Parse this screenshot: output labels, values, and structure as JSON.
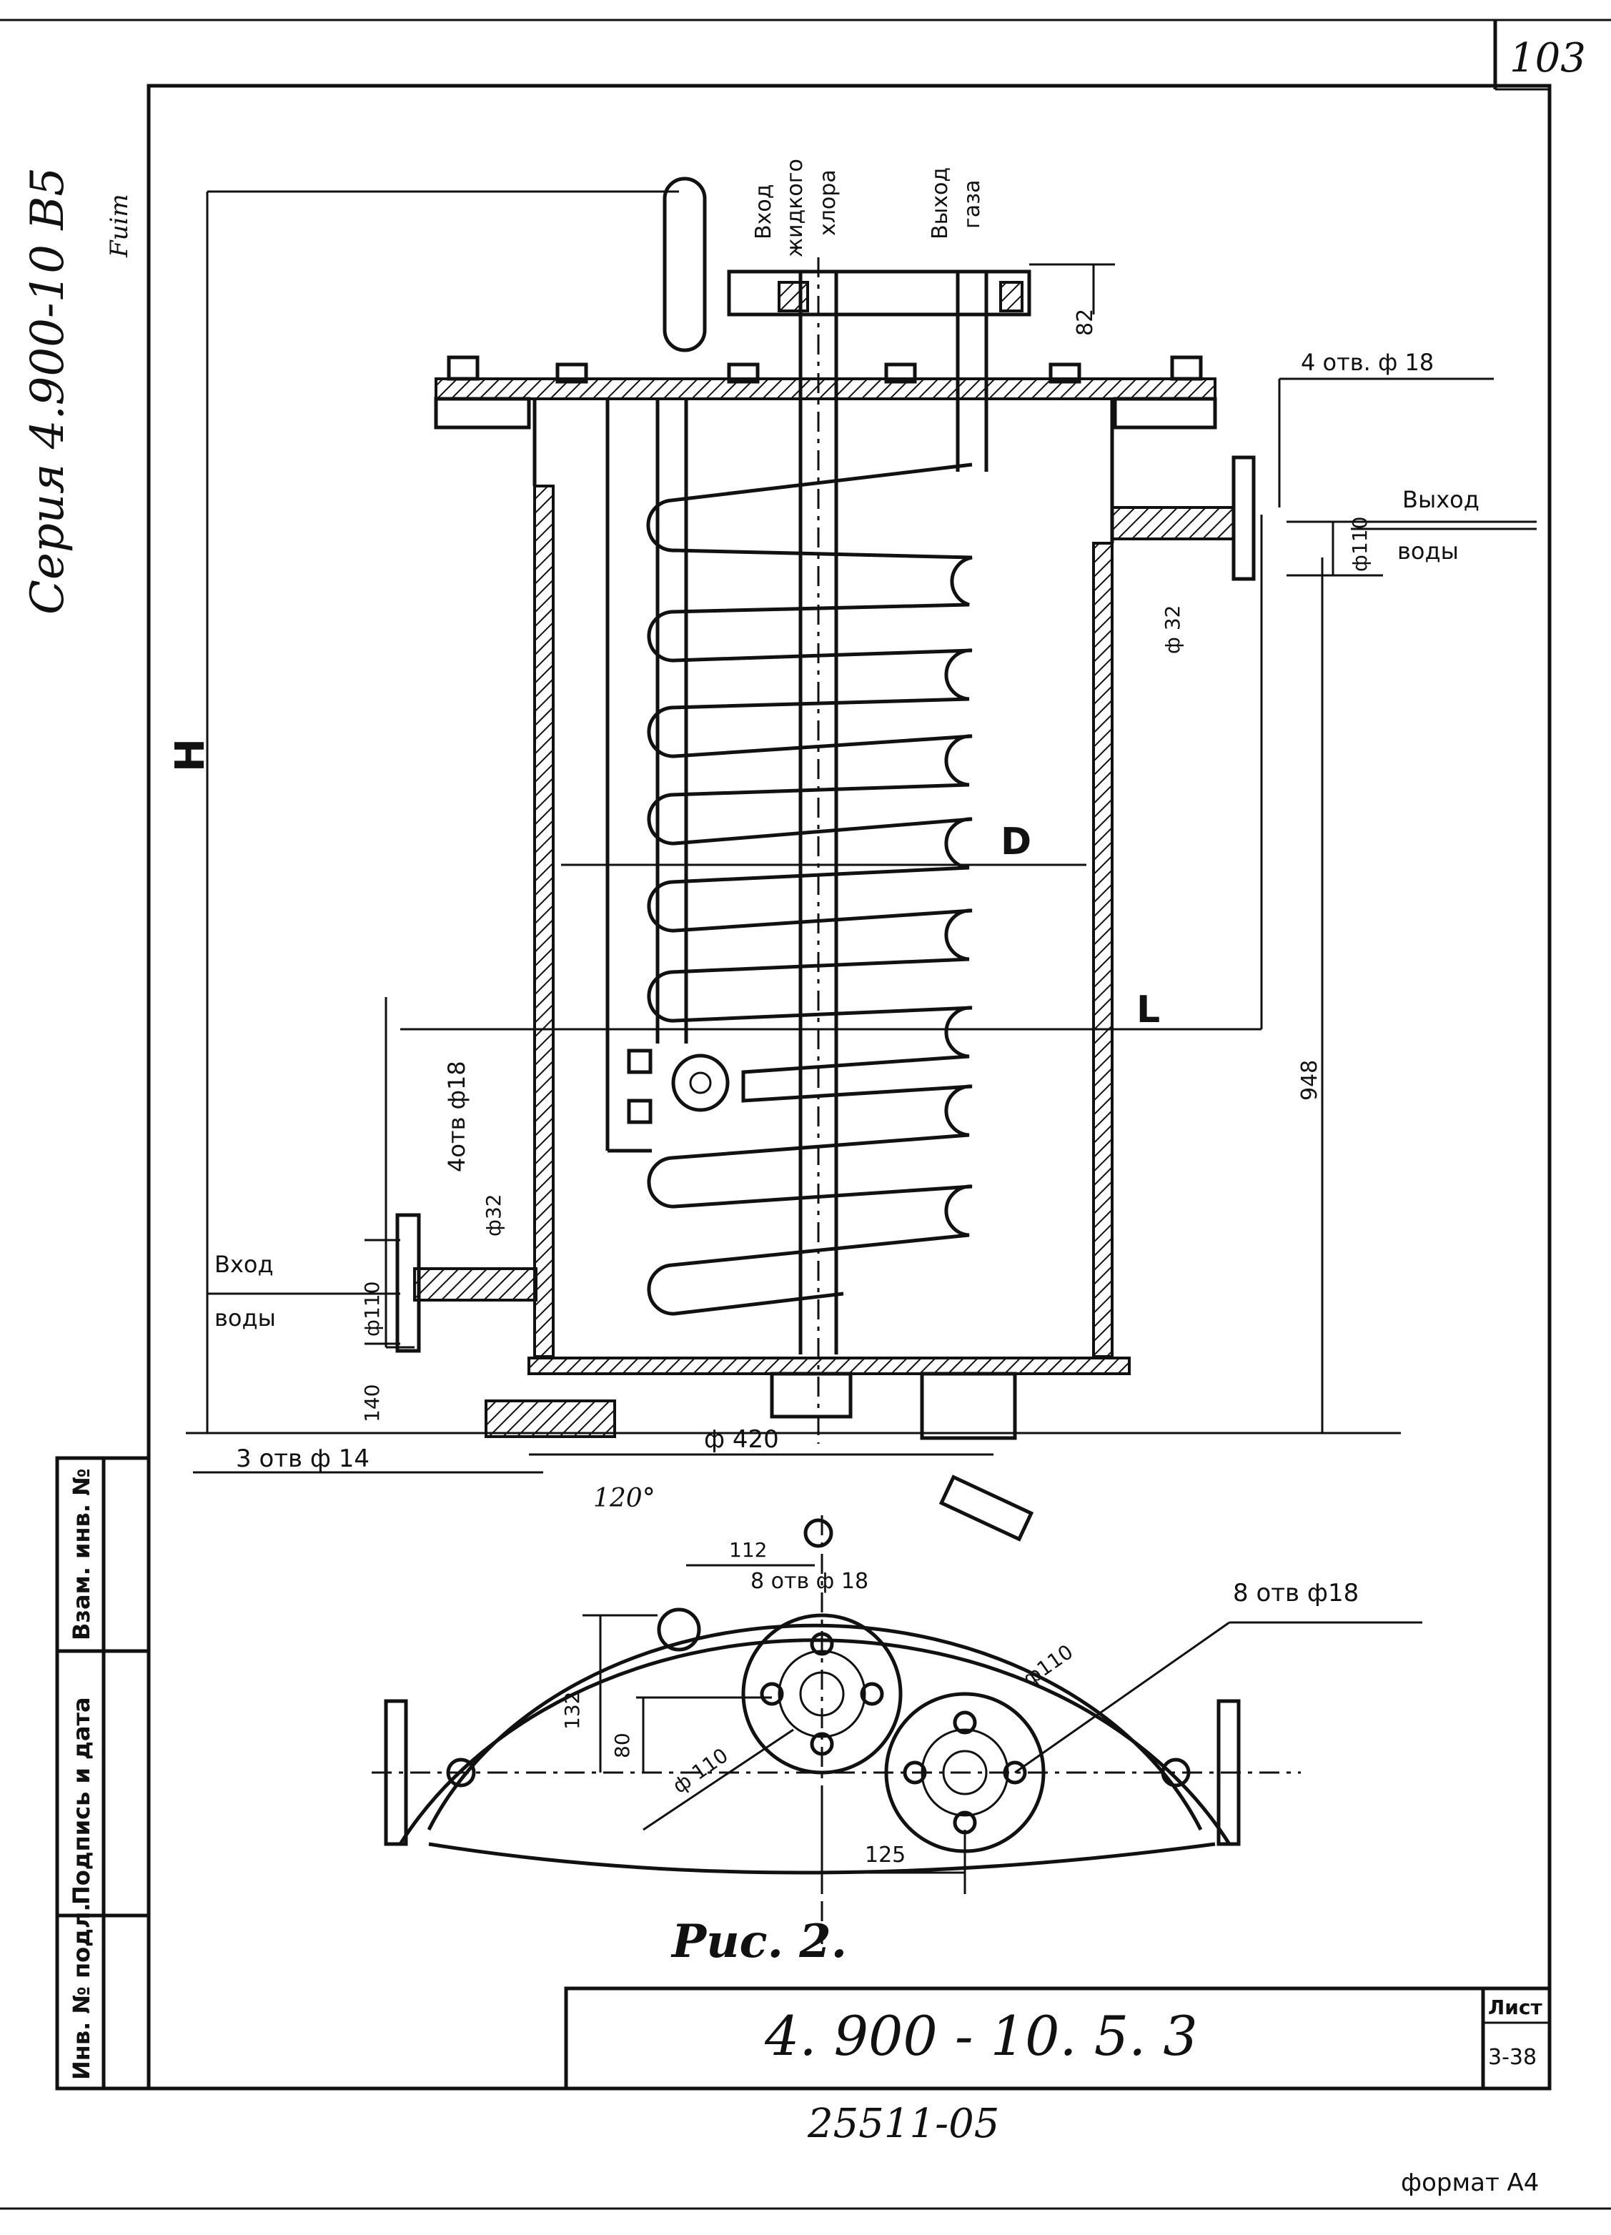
{
  "sheet": {
    "page_number": "103",
    "series": "Серия 4.900-10 В5",
    "signature": "Fuim",
    "drawing_code": "4. 900 - 10. 5. 3",
    "sheet_label": "Лист",
    "sheet_number": "3-38",
    "inventory_stamp": "25511-05",
    "format": "формат А4",
    "figure_caption": "Рис. 2."
  },
  "side_stamp": {
    "cells": [
      "Инв. № подл.",
      "Подпись и дата",
      "Взам. инв. №"
    ]
  },
  "labels": {
    "inlet_liquid_chlorine": [
      "Вход",
      "жидкого",
      "хлора"
    ],
    "outlet_gas": [
      "Выход",
      "газа"
    ],
    "water_out": [
      "Выход",
      "воды"
    ],
    "water_in": [
      "Вход",
      "воды"
    ],
    "dim_H": "H",
    "dim_D": "D",
    "dim_L": "L",
    "dim_82": "82",
    "holes_top_right": "4 отв. ф 18",
    "dia_110_right": "ф110",
    "dia_32_right": "ф 32",
    "dim_948": "948",
    "holes_left": "4отв ф18",
    "dia_32_left": "ф32",
    "dia_110_left": "ф110",
    "dim_140": "140",
    "holes_base": "3 отв ф 14",
    "dia_420": "ф 420",
    "angle_120": "120°",
    "dim_112": "112",
    "holes_8_a": "8 отв ф 18",
    "holes_8_b": "8 отв ф18",
    "dim_132": "132",
    "dim_80": "80",
    "dia_110_a": "ф 110",
    "dia_110_b": "ф110",
    "dim_125": "125"
  }
}
